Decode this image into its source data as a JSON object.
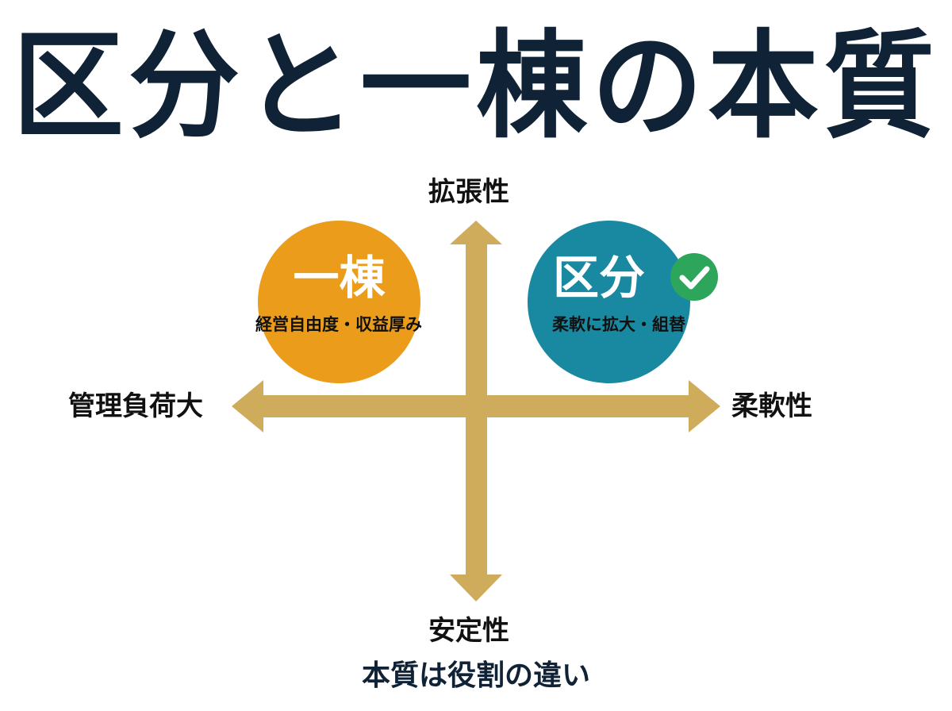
{
  "title": "区分と一棟の本質",
  "axes": {
    "top": "拡張性",
    "bottom": "安定性",
    "left": "管理負荷大",
    "right": "柔軟性"
  },
  "quadrants": [
    {
      "label": "一棟",
      "description": "経営自由度・収益厚み",
      "color": "#eb9c1a",
      "position": "upper-left"
    },
    {
      "label": "区分",
      "description": "柔軟に拡大・組替",
      "color": "#1889a0",
      "position": "upper-right",
      "badge": "check-icon",
      "badge_color": "#2da55a"
    }
  ],
  "arrow_color": "#cfab5c",
  "footer": "本質は役割の違い"
}
